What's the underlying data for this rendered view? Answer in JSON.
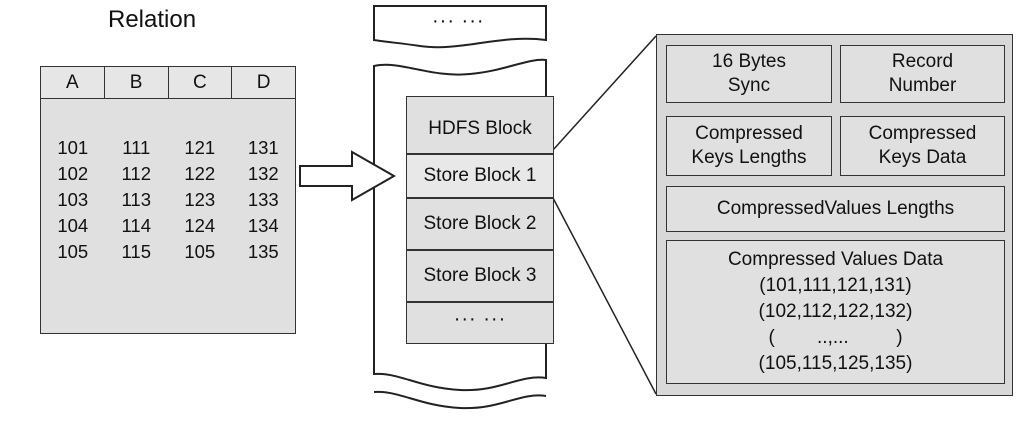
{
  "relation": {
    "title": "Relation",
    "columns": [
      "A",
      "B",
      "C",
      "D"
    ],
    "rows": [
      [
        "101",
        "111",
        "121",
        "131"
      ],
      [
        "102",
        "112",
        "122",
        "132"
      ],
      [
        "103",
        "113",
        "123",
        "133"
      ],
      [
        "104",
        "114",
        "124",
        "134"
      ],
      [
        "105",
        "115",
        "105",
        "135"
      ]
    ]
  },
  "hdfs": {
    "top_ellipsis": "··· ···",
    "header": "HDFS Block",
    "blocks": [
      "Store Block 1",
      "Store Block 2",
      "Store Block 3"
    ],
    "bottom_ellipsis": "··· ···"
  },
  "store_block": {
    "sync": "16 Bytes\nSync",
    "record_number": "Record\nNumber",
    "keys_lengths": "Compressed\nKeys Lengths",
    "keys_data": "Compressed\nKeys  Data",
    "values_lengths": "CompressedValues Lengths",
    "values_data_title": "Compressed Values Data",
    "values_data_rows": [
      "(101,111,121,131)",
      "(102,112,122,132)",
      "(        ..,...         )",
      "(105,115,125,135)"
    ]
  }
}
